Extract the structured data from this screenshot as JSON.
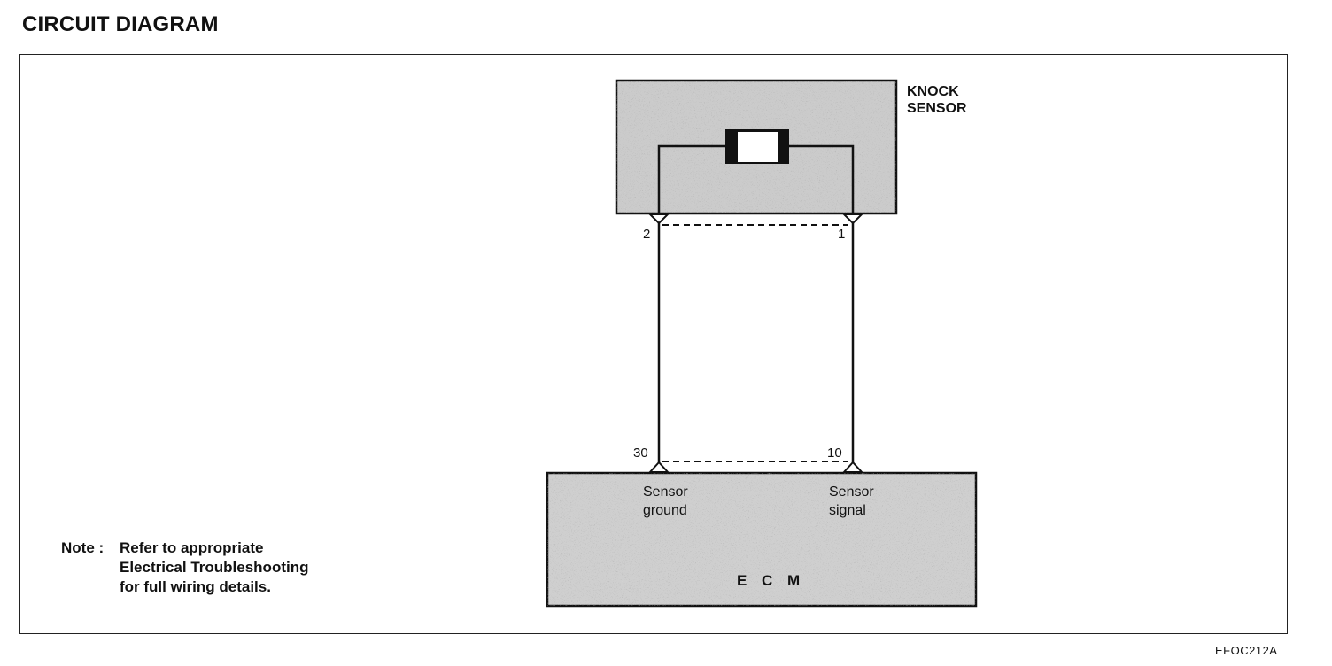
{
  "page": {
    "title": "CIRCUIT DIAGRAM",
    "figure_code": "EFOC212A"
  },
  "components": {
    "sensor": {
      "name_line1": "KNOCK",
      "name_line2": "SENSOR"
    },
    "ecm": {
      "name": "E C M",
      "terminals": {
        "ground_line1": "Sensor",
        "ground_line2": "ground",
        "signal_line1": "Sensor",
        "signal_line2": "signal"
      }
    }
  },
  "pins": {
    "sensor_ground": "2",
    "sensor_signal": "1",
    "ecm_ground": "30",
    "ecm_signal": "10"
  },
  "note": {
    "prefix": "Note :",
    "line1": "Refer to appropriate",
    "line2": "Electrical Troubleshooting",
    "line3": "for full wiring details."
  },
  "colors": {
    "component_fill": "#c9c9c9",
    "line": "#111111"
  }
}
